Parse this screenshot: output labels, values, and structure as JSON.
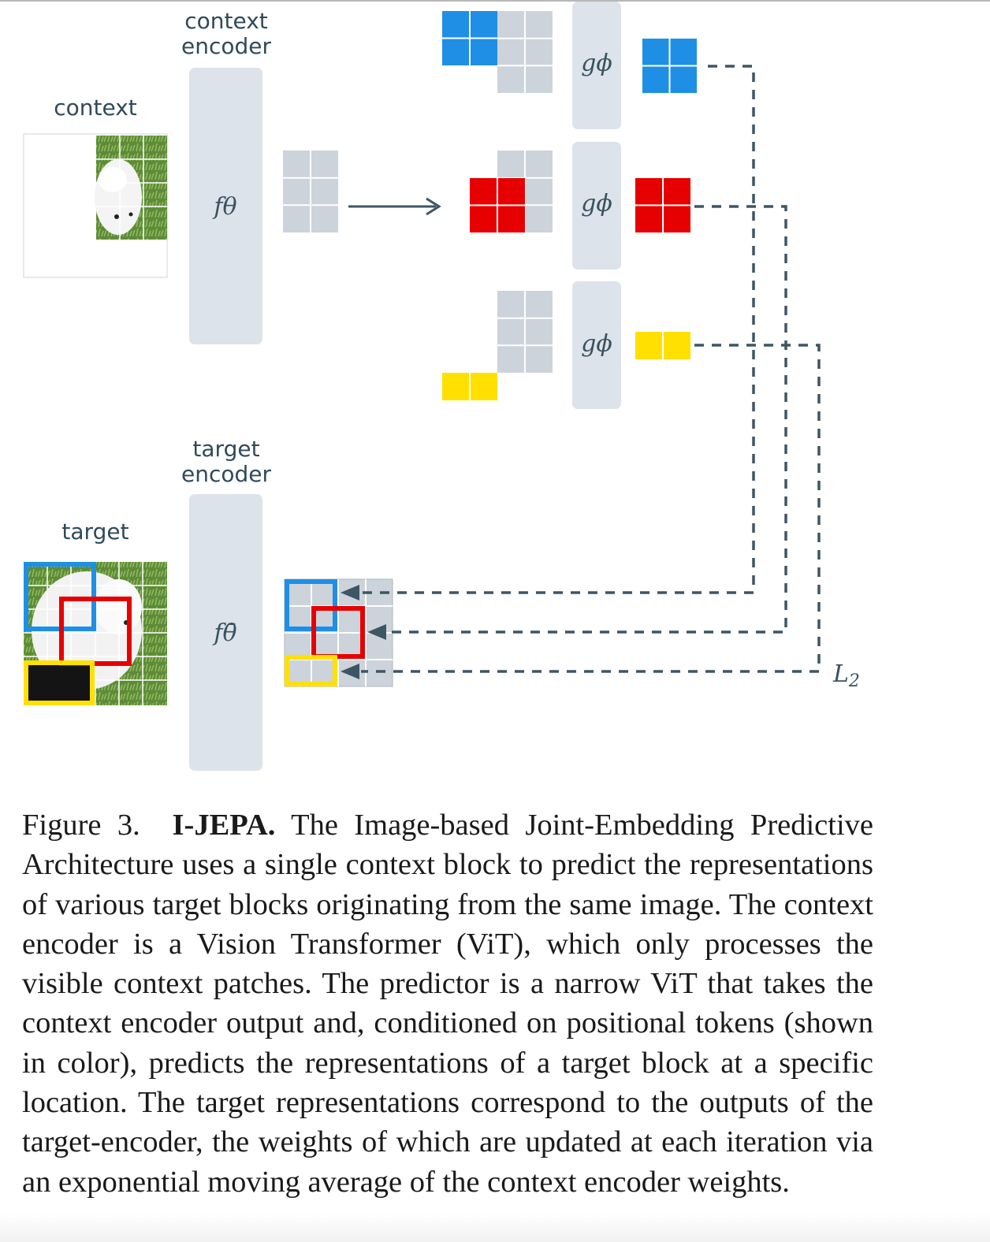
{
  "figure": {
    "labels": {
      "context_encoder": [
        "context",
        "encoder"
      ],
      "context": "context",
      "target_encoder": [
        "target",
        "encoder"
      ],
      "target": "target",
      "f_theta": "fθ",
      "f_theta_bar": "fθ̄",
      "g_phi": "gϕ",
      "loss": "L2"
    },
    "colors": {
      "blue": "#1f8fe6",
      "red": "#e60000",
      "yellow": "#ffe000",
      "grey_patch": "#cdd3da",
      "encoder_box": "#dde3ea",
      "dash_line": "#3e5663"
    }
  },
  "caption": {
    "label": "Figure 3.",
    "title": "I-JEPA.",
    "text": "The Image-based Joint-Embedding Predictive Architecture uses a single context block to predict the representations of various target blocks originating from the same image. The context encoder is a Vision Transformer (ViT), which only processes the visible context patches. The predictor is a narrow ViT that takes the context encoder output and, conditioned on positional tokens (shown in color), predicts the representations of a target block at a specific location. The target representations correspond to the outputs of the target-encoder, the weights of which are updated at each iteration via an exponential moving average of the context encoder weights."
  }
}
